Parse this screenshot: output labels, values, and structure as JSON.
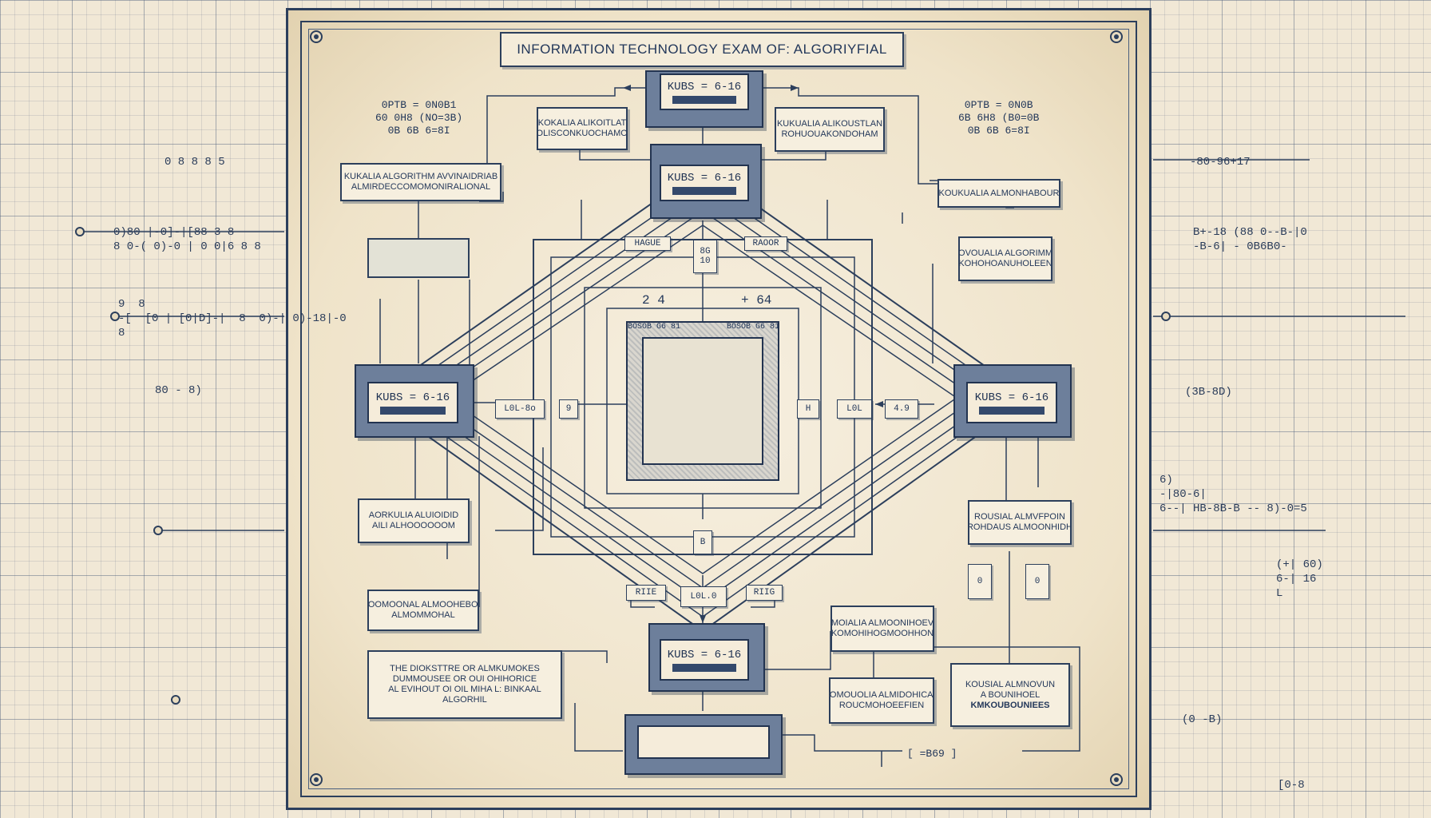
{
  "title": "INFORMATION TECHNOLOGY EXAM OF: ALGORIYFIAL",
  "nodes": {
    "top_outer": "KUBS = 6-16",
    "top_inner": "KUBS = 6-16",
    "left": "KUBS = 6-16",
    "right": "KUBS = 6-16",
    "bottom": "KUBS = 6-16"
  },
  "boxes": {
    "top_left": [
      "KOKALIA ALIKOITLAT",
      "EOLISCONKUOCHAMOU"
    ],
    "top_right": [
      "KUKUALIA ALIKOUSTLAN",
      "ROHUOUAKONDOHAM"
    ],
    "left_upper": [
      "KUKALIA ALGORITHM AVVINAIDRIAB",
      "ALMIRDECCOMOMONIRALIONAL"
    ],
    "right_upper": "KOUKUALIA ALMONHABOUR",
    "right_mid": [
      "KOVOUALIA ALGORIMMA",
      "KOHOHOANUHOLEEN"
    ],
    "left_mid": [
      "AORKULIA ALUIOIDID",
      "AILI ALHOOOOOOM"
    ],
    "right_lower": [
      "ROUSIAL ALMVFPOIN",
      "ROHDAUS ALMOONHIDH"
    ],
    "left_low": [
      "KOOMOONAL ALMOOHEBON",
      "ALMOMMOHAL"
    ],
    "desc": [
      "THE DIOKSTTRE OR ALMKUMOKES",
      "DUMMOUSEE OR OUI OHIHORICE",
      "AL EVIHOUT OI OIL MIHA L: BINKAAL",
      "ALGORHIL"
    ],
    "center_right_low": [
      "ROMOIALIA ALMOONIHOEVON",
      "KOMOHIHOGMOOHHON"
    ],
    "center_right_bottom": [
      "KOMOUOLIA ALMIDOHICAN",
      "ROUCMOHOEEFIEN"
    ],
    "right_bottom": [
      "KOUSIAL ALMNOVUN",
      "A BOUNIHOEL",
      "KMKOUBOUNIEES"
    ]
  },
  "labels": {
    "l_lo": "L0L-8o",
    "l_nine": "9",
    "r_lo": "L0L",
    "r_num": "4.9",
    "r_h": "H",
    "top_small_l": "HAGUE",
    "top_small_r": "RAOOR",
    "top_mid_1": "8G",
    "top_mid_2": "10",
    "bot_l": "RIIE",
    "bot_mid": "L0L.0",
    "bot_r": "RIIG",
    "bot_box": "B",
    "bot_small_0a": "0",
    "bot_small_0b": "0",
    "bot_formula": "[ =B69 ]",
    "center_lbl_l": "BOSOB G6 81",
    "center_lbl_r": "BOSOB G6 81",
    "center_num_l": "2 4",
    "center_num_r": "+ 64"
  },
  "annotations": {
    "tl": "0PTB = 0N0B1\n60 0H8 (NO=3B)\n0B 6B 6=8I",
    "tr": "0PTB = 0N0B\n6B 6H8 (B0=0B\n0B 6B 6=8I",
    "left_1": "0 8 8 8 5",
    "left_2": "0)80 |-0]-|[88 3 8\n8 0-( 0)-0 | 0 0|6 8 8",
    "left_3": "9  8\n-[  [0 | [0|D]-|  8  0)-| 0)-18|-0\n8",
    "left_4": "80 - 8)",
    "right_1": "-80-96+17",
    "right_2": "B+-18 (88 0--B-|0\n-B-6| - 0B6B0-",
    "right_3": "(3B-8D)",
    "right_4": "6)\n-|80-6|\n6--| HB-8B-B -- 8)-0=5",
    "right_5": "(+| 60)\n6-| 16\nL",
    "right_6": "(0 -B)",
    "right_7": "[0-8"
  }
}
